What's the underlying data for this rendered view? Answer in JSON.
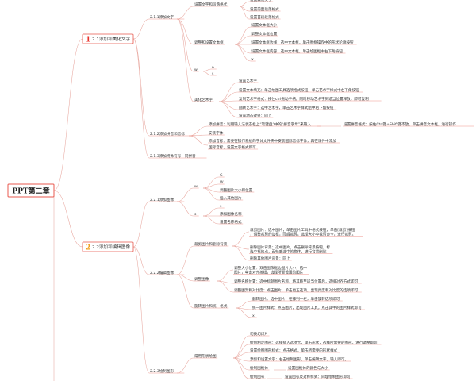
{
  "root": "PPT第二章",
  "sections": [
    {
      "num": "1",
      "label": "2.1添加和美化文字"
    },
    {
      "num": "2",
      "label": "2.2添加和编辑图像"
    }
  ],
  "s1": {
    "n211": "2.1.1添加文字",
    "fmt": "设置文字和段落格式",
    "fmt_items": [
      "设置其他文字",
      "设置前面段落格式",
      "设置首段段落格式"
    ],
    "tbox": "调整和设置文本框",
    "tbox_items": [
      "设置文本框大小",
      "调整文本框位置",
      "设置文本框边线：选中文本框，单击图框操作中的形状轮廓按钮",
      "设置文本框内容：选中文本框，单击绘图框中右下角按钮"
    ],
    "tbox_tail": "x",
    "w": "w",
    "w_items": [
      "a",
      "s"
    ],
    "art": "美化艺术字",
    "art_items": [
      "设置艺术字",
      "设置文本填充：单击绘图工具选项格式按钮，单击艺术字样式中右下角按钮",
      "复制艺术字格式：按住ctrl拖动手柄，同时移动艺术字到适当位置释放，即可复制",
      "翻转艺术字：选中艺术字，单击艺术字样式组中右下角按钮",
      "设置动态效果：同上"
    ],
    "n212": "2.1.2添加拼音和音标",
    "py": "添加拼音：利用输入法状态栏上“软键盘”中的“拼音字母”来输入",
    "py_next": "设置拼音格式：按住Ctrl键+Shift键不放，单击拼音文本框，进行操作",
    "phon": "安装字体",
    "phon_desc1": "添加音标：需要在操作系统的字体文件夹中安装国际音标字体，再在课件中添加",
    "phon_desc2": "国际音标，设置文字格式即可",
    "n213": "2.1.3添加特殊符号：同拼音"
  },
  "s2": {
    "n221": "2.2.1添加图像",
    "w": "w",
    "w_items": [
      "G",
      "W",
      "调整图片大小和位置",
      "插入其他图片"
    ],
    "s": "s",
    "s_items": [
      "s",
      "添加图像名称",
      "设置名称格式"
    ],
    "n222": "2.2.2编辑图像",
    "crop": "裁剪图片和删除背景",
    "crop_items": [
      "裁剪图片：选中图片，单击图片工具中格式按钮，单击[裁剪]按钮，调整裁剪的选框，而后裁剪。选择大小中裁剪命令，进行裁剪。",
      "删除图片背景：选中图片，点击删除背景按钮，标选中框的点，画轮廓选中的物体，进行背景删除",
      "删除其他图片背景：同上"
    ],
    "adj": "调整图像",
    "adj_items": [
      "调整大小位置：双击图像框边图片大小，选中图片，单击对齐按钮，选择所要设置的图片",
      "调整名称位置：选中标题图片名称，将其移至适当位置后，选择对齐方式即可",
      "调整图案和对比度：点击图片，单击更正选项，出现亮度和对比度的选项即可"
    ],
    "rot": "旋转图片和统一格式",
    "rot_items": [
      "翻转图片：选中图片，在排列一栏，单击旋转选项即可",
      "统一图片样式：点击图片，出现图片工具，点击其中的图片样式即可"
    ],
    "rot_tail": "x",
    "n223": "2.2.3绘制图形",
    "shape": "常用形状绘图",
    "shape_items": [
      "切换幻灯片",
      "绘制制定图形：选择插入选项卡，单击形状，选择所需要的图形，进行调整即可",
      "设置绘图图形样式：点击格式，单击所需要的形状样式",
      "添加和设置文字：右击绘制图形，单击编辑文字，输入即可。"
    ],
    "shape_tail1": "绘制图框体",
    "shape_tail1b": "设置图框体的颜色与大小",
    "shape_tail2": "绘制图号",
    "shape_tail2b": "设置图号及对称样式：同理绘制图形即可"
  }
}
